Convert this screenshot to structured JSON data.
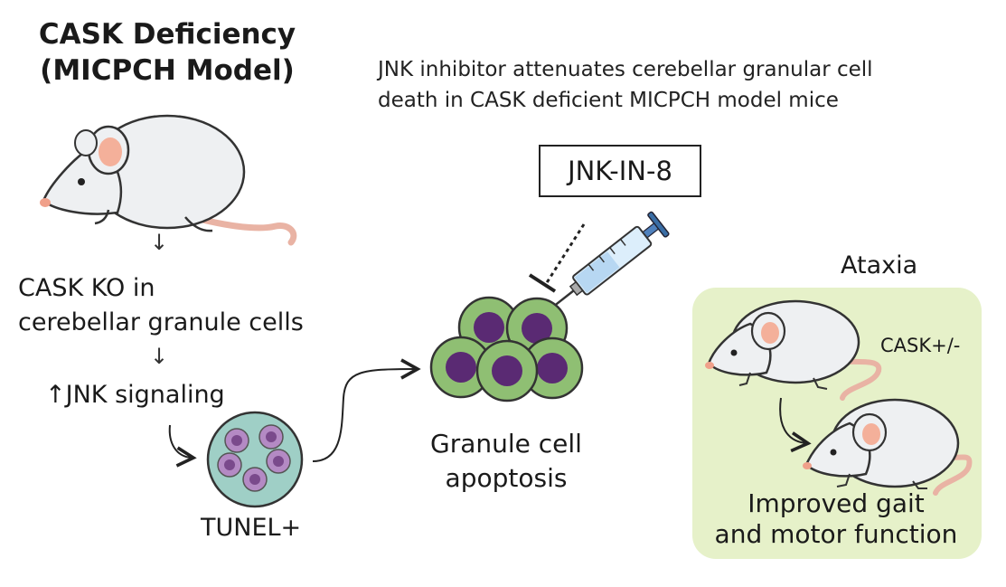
{
  "title": {
    "line1": "CASK Deficiency",
    "line2": "(MICPCH Model)"
  },
  "headline": {
    "line1": "JNK inhibitor attenuates cerebellar granular cell",
    "line2": "death in CASK deficient MICPCH model mice"
  },
  "drug": {
    "label": "JNK-IN-8"
  },
  "pathway": {
    "step1_line1": "CASK KO in",
    "step1_line2": "cerebellar granule cells",
    "step2": "JNK signaling",
    "step2_prefix": "↑",
    "arrow": "↓",
    "tunel_label": "TUNEL+"
  },
  "apoptosis": {
    "line1": "Granule cell",
    "line2": "apoptosis"
  },
  "outcome": {
    "condition": "Ataxia",
    "genotype": "CASK+/-",
    "result_line1": "Improved gait",
    "result_line2": "and motor function"
  },
  "colors": {
    "panel": "#e6f1c9",
    "cell_outer": "#8fbf73",
    "cell_nucleus": "#5a2a73",
    "tunel_bg": "#9fcfc6",
    "mouse_body": "#eef0f2",
    "mouse_ear": "#f4b09a"
  },
  "icons": [
    "mouse-icon",
    "syringe-icon",
    "inhibition-icon",
    "cell-cluster-icon",
    "tunel-cell-icon"
  ]
}
